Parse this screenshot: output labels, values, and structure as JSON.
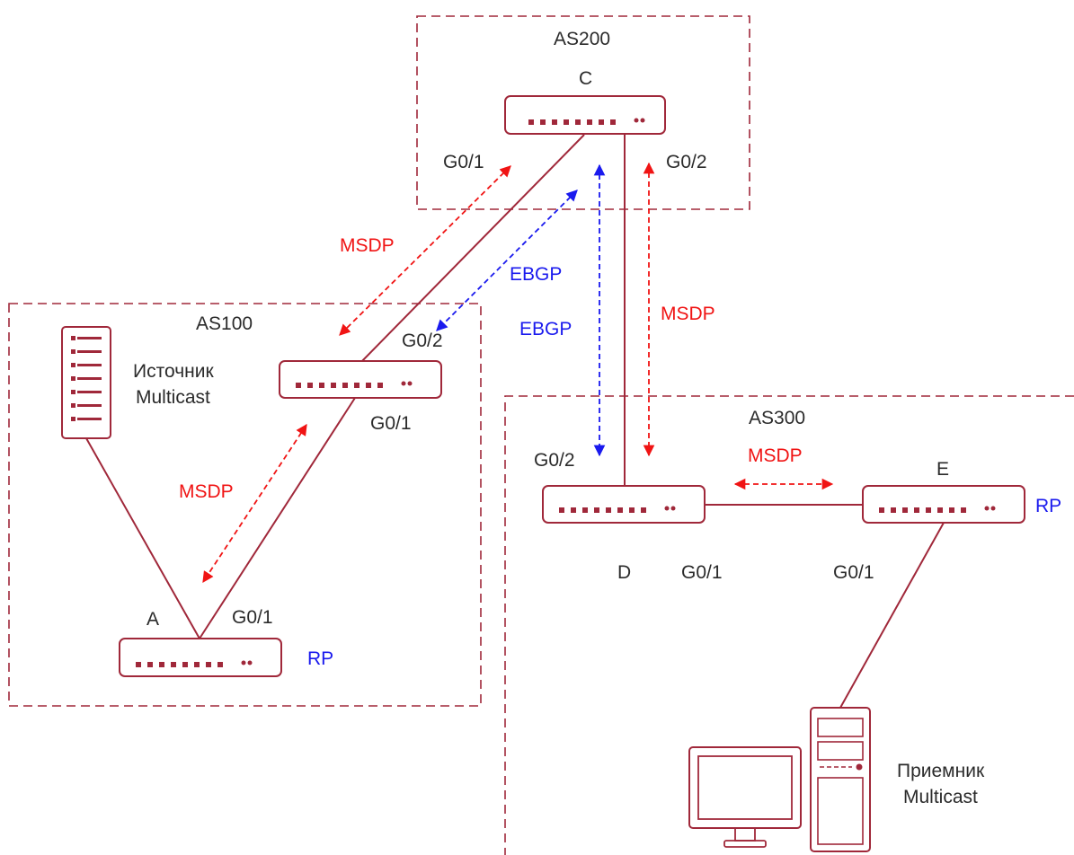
{
  "colors": {
    "device": "#a0283a",
    "link": "#a0283a",
    "msdp": "#f01414",
    "ebgp": "#1a1aee",
    "text": "#2b2b2b"
  },
  "areas": {
    "as200": "AS200",
    "as100": "AS100",
    "as300": "AS300"
  },
  "devices": {
    "c": {
      "name": "C"
    },
    "as100_router": {
      "name": ""
    },
    "a": {
      "name": "A",
      "role": "RP"
    },
    "d": {
      "name": "D"
    },
    "e": {
      "name": "E",
      "role": "RP"
    },
    "source": {
      "line1": "Источник",
      "line2": "Multicast",
      "icon": "server-rack-icon"
    },
    "receiver": {
      "line1": "Приемник",
      "line2": "Multicast",
      "icon": "desktop-computer-icon"
    }
  },
  "interfaces": {
    "c_g01": "G0/1",
    "c_g02": "G0/2",
    "as100_g02": "G0/2",
    "as100_g01": "G0/1",
    "a_g01": "G0/1",
    "d_g02": "G0/2",
    "d_g01": "G0/1",
    "e_g01": "G0/1"
  },
  "sessions": {
    "msdp_c_as100": "MSDP",
    "ebgp_c_as100": "EBGP",
    "ebgp_c_d": "EBGP",
    "msdp_c_d": "MSDP",
    "msdp_as100_a": "MSDP",
    "msdp_d_e": "MSDP"
  }
}
